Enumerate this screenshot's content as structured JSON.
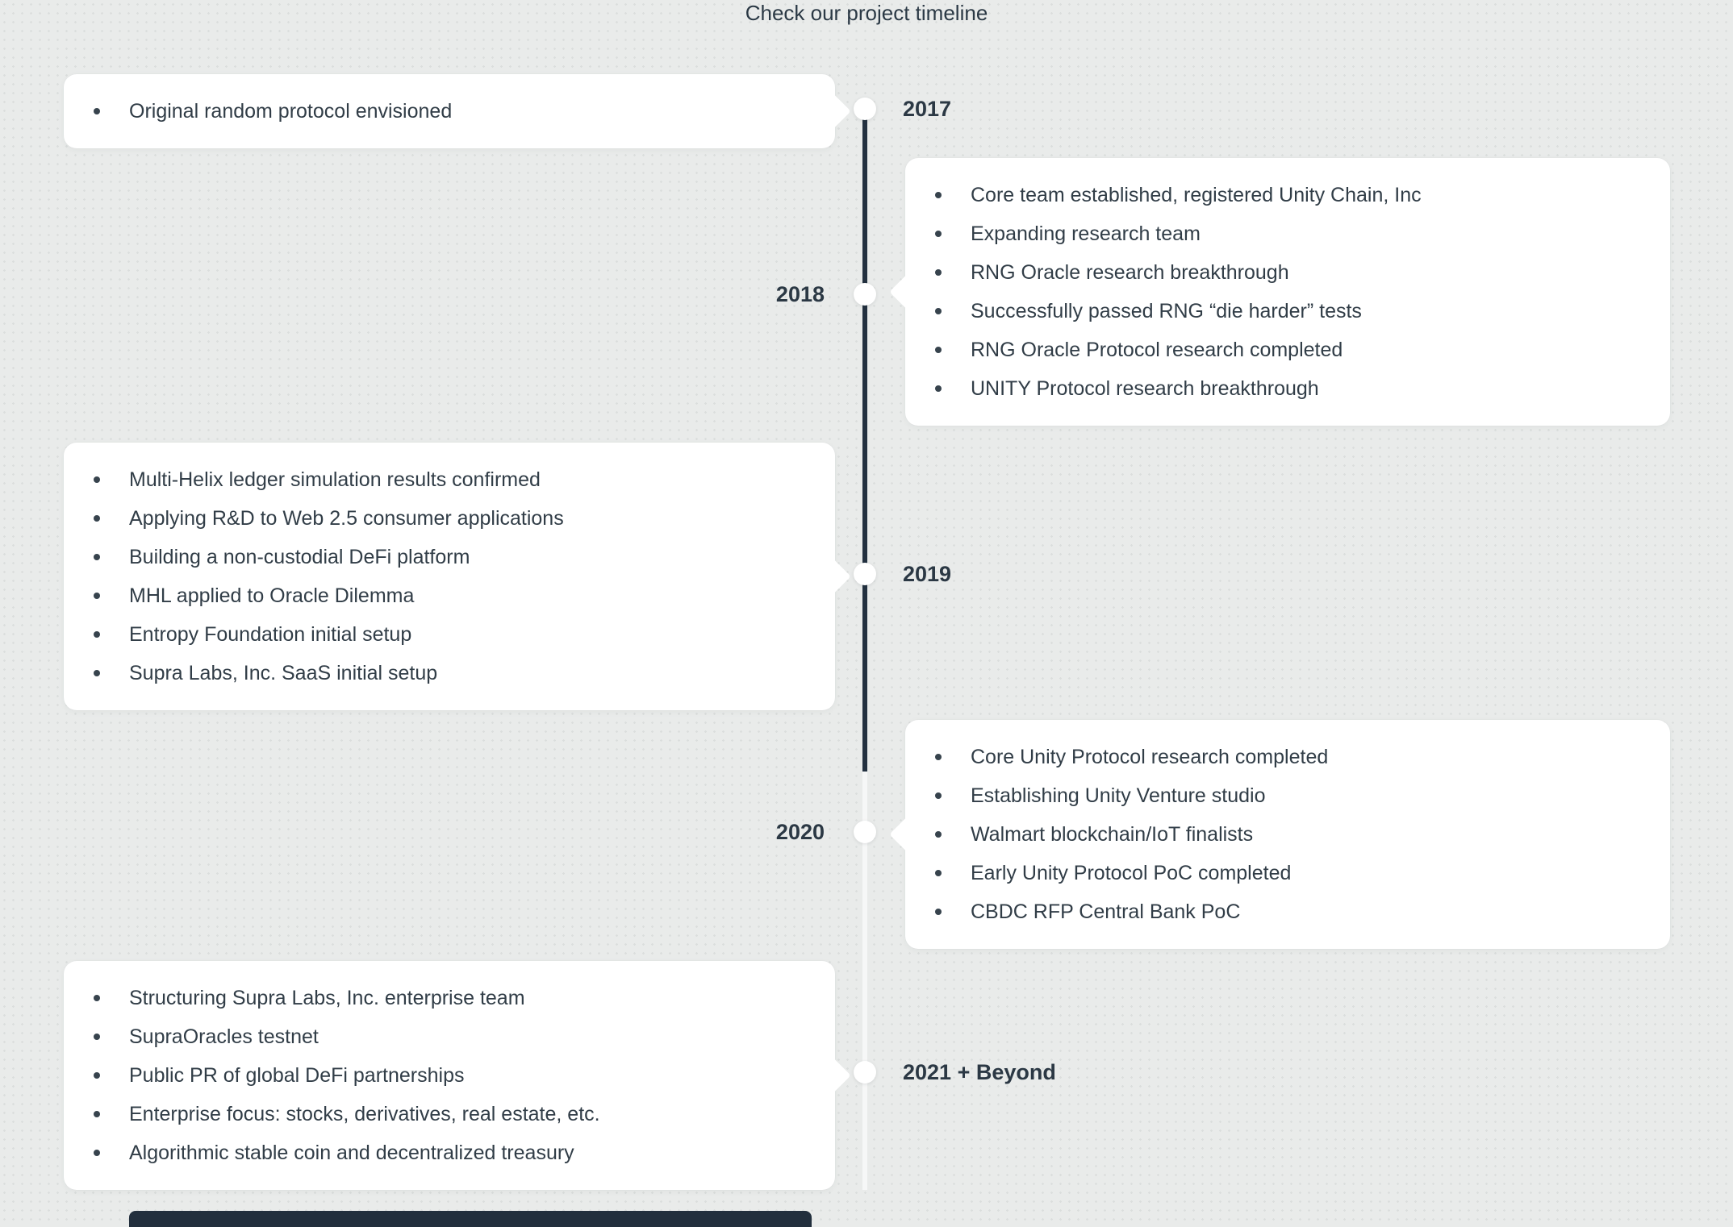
{
  "section": {
    "title": "Check our project timeline"
  },
  "colors": {
    "page_background": "#e9ebea",
    "background_dots": "#dbdedd",
    "card_background": "#ffffff",
    "timeline_past_line": "#233140",
    "timeline_future_line": "#f6f7f7",
    "text_dark": "#2b3844",
    "next_section_bar": "#222f3d"
  },
  "timeline": {
    "milestones": [
      {
        "year": "2017",
        "side": "left",
        "items": [
          "Original random protocol envisioned"
        ]
      },
      {
        "year": "2018",
        "side": "right",
        "items": [
          "Core team established, registered Unity Chain, Inc",
          "Expanding research team",
          "RNG Oracle research breakthrough",
          "Successfully passed RNG “die harder” tests",
          "RNG Oracle Protocol research completed",
          "UNITY Protocol research breakthrough"
        ]
      },
      {
        "year": "2019",
        "side": "left",
        "items": [
          "Multi-Helix ledger simulation results confirmed",
          "Applying R&D to Web 2.5 consumer applications",
          "Building a non-custodial DeFi platform",
          "MHL applied to Oracle Dilemma",
          "Entropy Foundation initial setup",
          "Supra Labs, Inc. SaaS initial setup"
        ]
      },
      {
        "year": "2020",
        "side": "right",
        "items": [
          "Core Unity Protocol research completed",
          "Establishing Unity Venture studio",
          "Walmart blockchain/IoT finalists",
          "Early Unity Protocol PoC completed",
          "CBDC RFP Central Bank PoC"
        ]
      },
      {
        "year": "2021 + Beyond",
        "side": "left",
        "items": [
          "Structuring Supra Labs, Inc. enterprise team",
          "SupraOracles testnet",
          "Public PR of global DeFi partnerships",
          "Enterprise focus: stocks, derivatives, real estate, etc.",
          "Algorithmic stable coin and decentralized treasury"
        ]
      }
    ]
  }
}
